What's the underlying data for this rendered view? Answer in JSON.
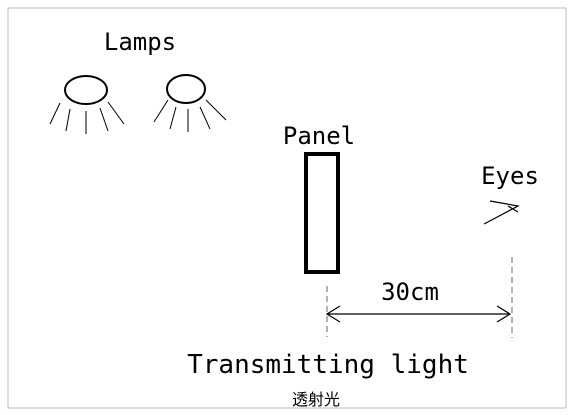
{
  "labels": {
    "lamps": "Lamps",
    "panel": "Panel",
    "eyes": "Eyes",
    "distance": "30cm",
    "caption": "Transmitting light",
    "caption_cn": "透射光"
  },
  "colors": {
    "ink": "#000000",
    "dashed_guides": "#9a9a9a",
    "frame": "#bdbdbd",
    "background": "#ffffff"
  },
  "icons": [
    "lamp-icon",
    "lamp-icon",
    "eye-icon",
    "double-arrow-icon"
  ]
}
